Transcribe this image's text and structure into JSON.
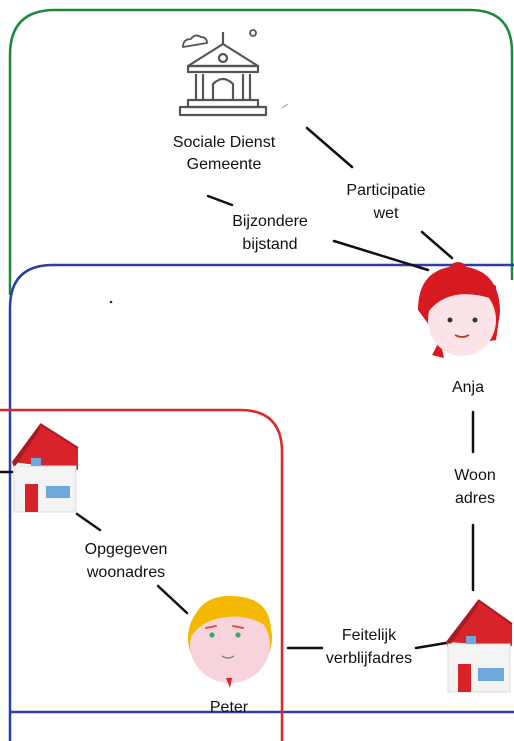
{
  "labels": {
    "sociale_dienst_line1": "Sociale Dienst",
    "sociale_dienst_line2": "Gemeente",
    "participatie_line1": "Participatie",
    "participatie_line2": "wet",
    "bijzondere_line1": "Bijzondere",
    "bijzondere_line2": "bijstand",
    "anja": "Anja",
    "woon_line1": "Woon",
    "woon_line2": "adres",
    "opgegeven_line1": "Opgegeven",
    "opgegeven_line2": "woonadres",
    "feitelijk_line1": "Feitelijk",
    "feitelijk_line2": "verblijfadres",
    "peter": "Peter"
  },
  "colors": {
    "green_region": "#1a8a3a",
    "blue_region": "#2b3ea8",
    "red_region": "#e0252b",
    "house_red": "#d9232a",
    "house_window": "#6fa8dc",
    "peter_hair": "#f5b800",
    "peter_face": "#f7d3dc",
    "anja_hair": "#d71920",
    "anja_face": "#fbe3e8"
  },
  "icons": {
    "building": "government-building-icon",
    "anja": "woman-avatar-icon",
    "peter": "man-avatar-icon",
    "house": "house-icon"
  }
}
